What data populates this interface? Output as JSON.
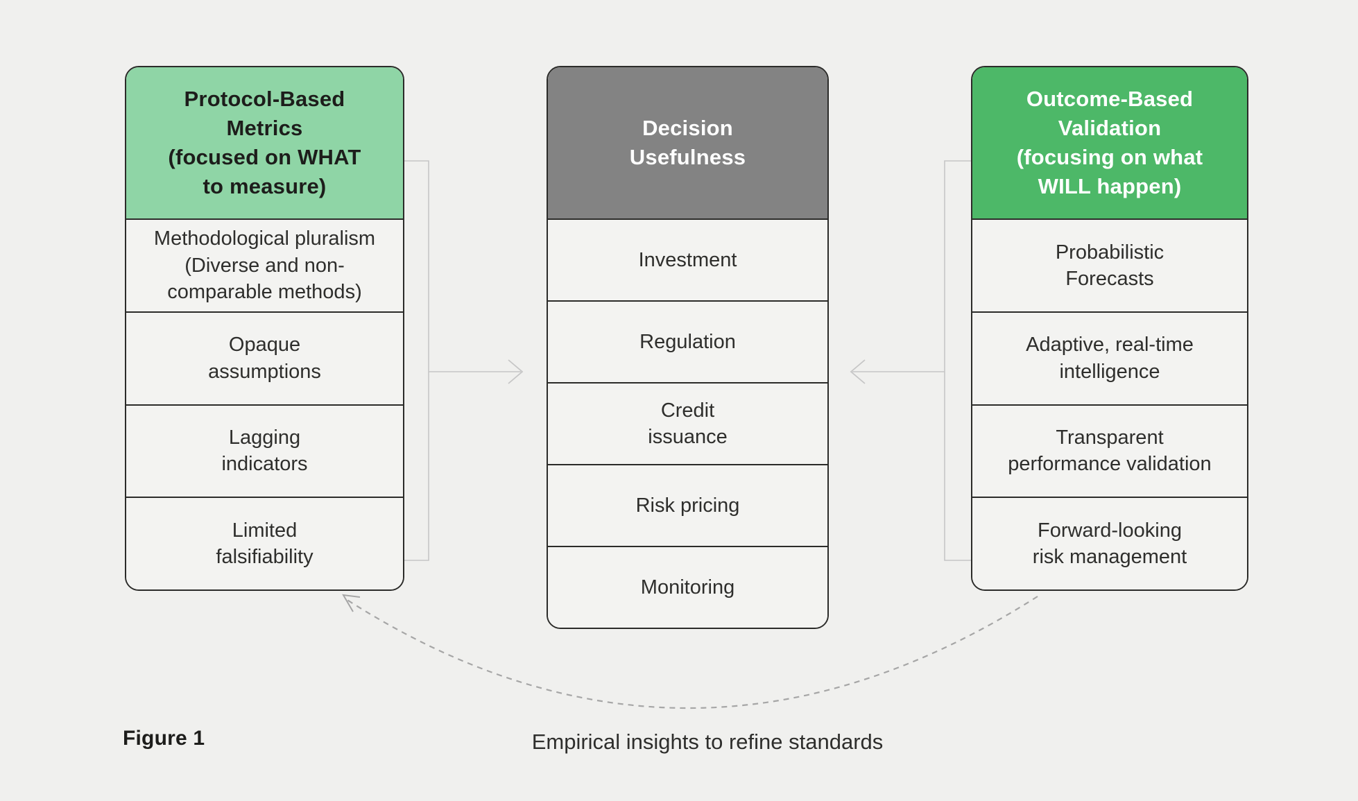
{
  "figure_label": "Figure 1",
  "caption": "Empirical insights to refine standards",
  "columns": [
    {
      "id": "protocol-based-metrics",
      "header": "Protocol-Based\nMetrics\n(focused on WHAT\nto measure)",
      "header_bg": "#8fd5a6",
      "header_color": "#1d1d1b",
      "rows": [
        "Methodological pluralism\n(Diverse and non-\ncomparable methods)",
        "Opaque\nassumptions",
        "Lagging\nindicators",
        "Limited\nfalsifiability"
      ]
    },
    {
      "id": "decision-usefulness",
      "header": "Decision\nUsefulness",
      "header_bg": "#838383",
      "header_color": "#ffffff",
      "rows": [
        "Investment",
        "Regulation",
        "Credit\nissuance",
        "Risk pricing",
        "Monitoring"
      ]
    },
    {
      "id": "outcome-based-validation",
      "header": "Outcome-Based\nValidation\n(focusing on what\nWILL happen)",
      "header_bg": "#4db868",
      "header_color": "#ffffff",
      "rows": [
        "Probabilistic\nForecasts",
        "Adaptive, real-time\nintelligence",
        "Transparent\nperformance validation",
        "Forward-looking\nrisk management"
      ]
    }
  ],
  "colors": {
    "page_bg": "#f0f0ee",
    "row_bg": "#f3f3f1",
    "border": "#2b2b29",
    "bracket": "#c6c6c6",
    "arc": "#a6a6a6"
  }
}
